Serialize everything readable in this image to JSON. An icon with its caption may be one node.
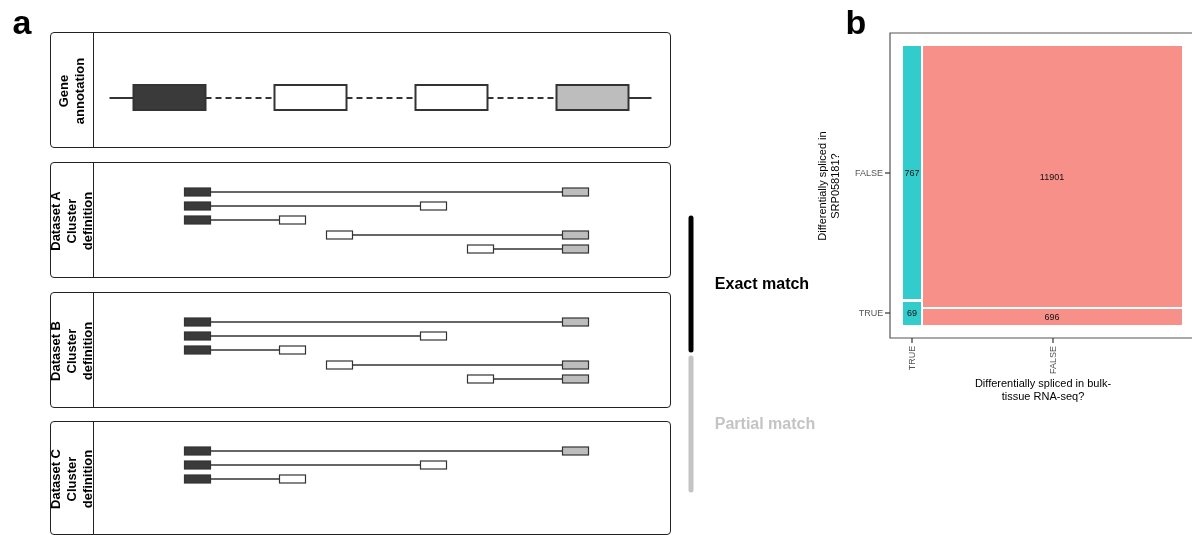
{
  "diagram": {
    "nodes": [
      {
        "text": [
          "Gene annotation"
        ]
      },
      {
        "text": [
          "Dataset A Cluster definition"
        ]
      },
      {
        "text": [
          "Dataset B Cluster definition"
        ]
      },
      {
        "text": [
          "Dataset C Cluster definition"
        ]
      }
    ],
    "edges": [],
    "labels": [
      "a",
      "b",
      "Exact match",
      "Partial match",
      "Differentially spliced in SRP058181?",
      "FALSE",
      "TRUE",
      "767",
      "11901",
      "69",
      "696",
      "TRUE",
      "FALSE",
      "Differentially spliced in bulk-tissue RNA-seq?"
    ]
  }
}
